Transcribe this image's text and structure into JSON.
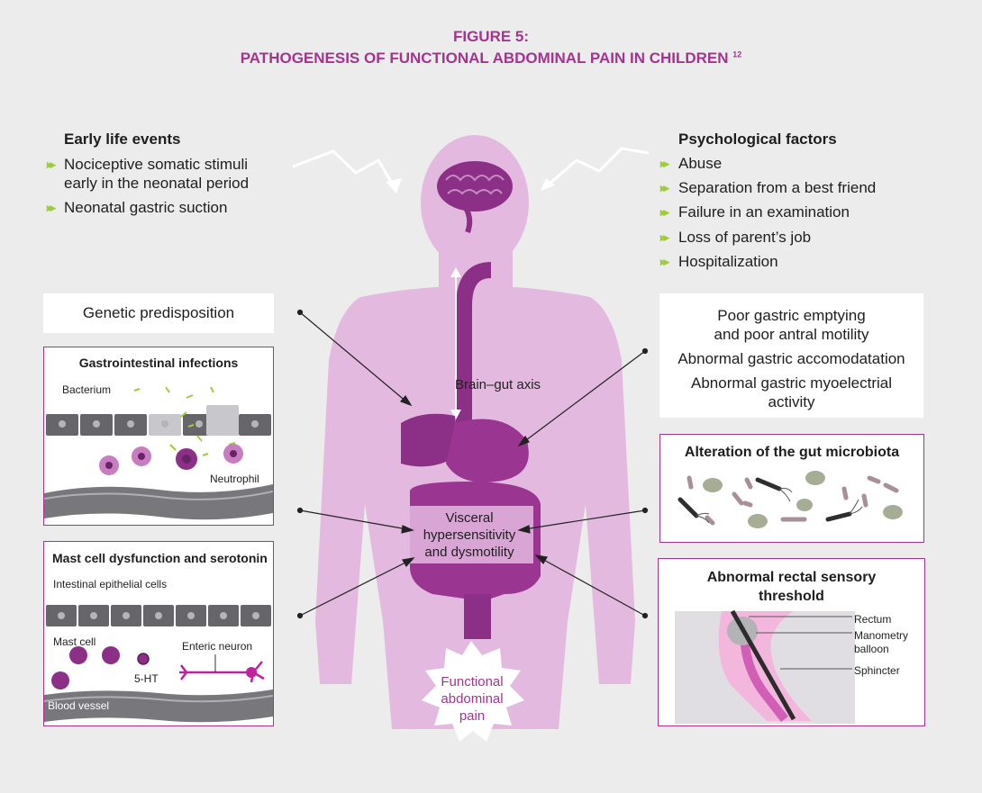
{
  "title": {
    "line1": "FIGURE 5:",
    "line2": "PATHOGENESIS OF FUNCTIONAL ABDOMINAL PAIN IN CHILDREN",
    "sup": "12"
  },
  "early_life": {
    "heading": "Early life events",
    "items": [
      "Nociceptive somatic stimuli",
      "early in the neonatal period",
      "Neonatal gastric suction"
    ]
  },
  "psych": {
    "heading": "Psychological factors",
    "items": [
      "Abuse",
      "Separation from a best friend",
      "Failure in an examination",
      "Loss of parent’s job",
      "Hospitalization"
    ]
  },
  "genetic": "Genetic predisposition",
  "gi_infections": {
    "heading": "Gastrointestinal infections",
    "bacterium": "Bacterium",
    "neutrophil": "Neutrophil"
  },
  "mast": {
    "heading": "Mast cell dysfunction and serotonin",
    "epithelial": "Intestinal epithelial cells",
    "mast_cell": "Mast cell",
    "ht": "5-HT",
    "enteric": "Enteric neuron",
    "vessel": "Blood vessel"
  },
  "gastric": {
    "lines": [
      "Poor gastric emptying",
      "and poor antral motility",
      "Abnormal gastric accomodatation",
      "Abnormal gastric myoelectrial",
      "activity"
    ]
  },
  "microbiota": "Alteration of the gut microbiota",
  "rectal": {
    "heading1": "Abnormal rectal sensory",
    "heading2": "threshold",
    "rectum": "Rectum",
    "balloon1": "Manometry",
    "balloon2": "balloon",
    "sphincter": "Sphincter"
  },
  "center": {
    "axis": "Brain–gut axis",
    "visceral": [
      "Visceral",
      "hypersensitivity",
      "and dysmotility"
    ],
    "pain": [
      "Functional",
      "abdominal",
      "pain"
    ]
  },
  "colors": {
    "accent": "#a3358f",
    "body": "#e3b9e0",
    "organ": "#8c2f86",
    "bullet": "#9dcd3b"
  }
}
